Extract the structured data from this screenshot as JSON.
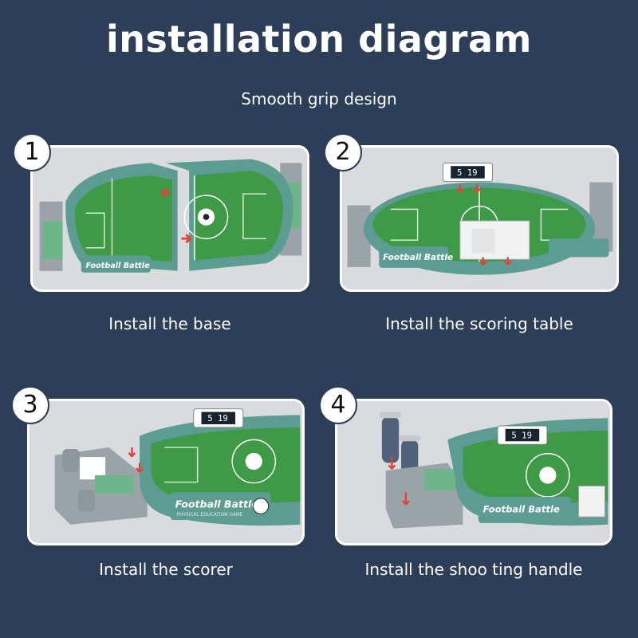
{
  "header": {
    "title": "installation diagram",
    "subtitle": "Smooth grip design"
  },
  "steps": [
    {
      "number": "1",
      "caption": "Install the base"
    },
    {
      "number": "2",
      "caption": "Install the scoring table"
    },
    {
      "number": "3",
      "caption": "Install the scorer"
    },
    {
      "number": "4",
      "caption": "Install the shoo ting handle"
    }
  ],
  "product": {
    "brand": "Football Battle",
    "tagline": "PHYSICAL EDUCATION GAME",
    "score": "5 19"
  },
  "colors": {
    "background": "#2c3e58",
    "field": "#3e9a46",
    "rim": "#5c9c92",
    "arrow": "#e0453a"
  }
}
